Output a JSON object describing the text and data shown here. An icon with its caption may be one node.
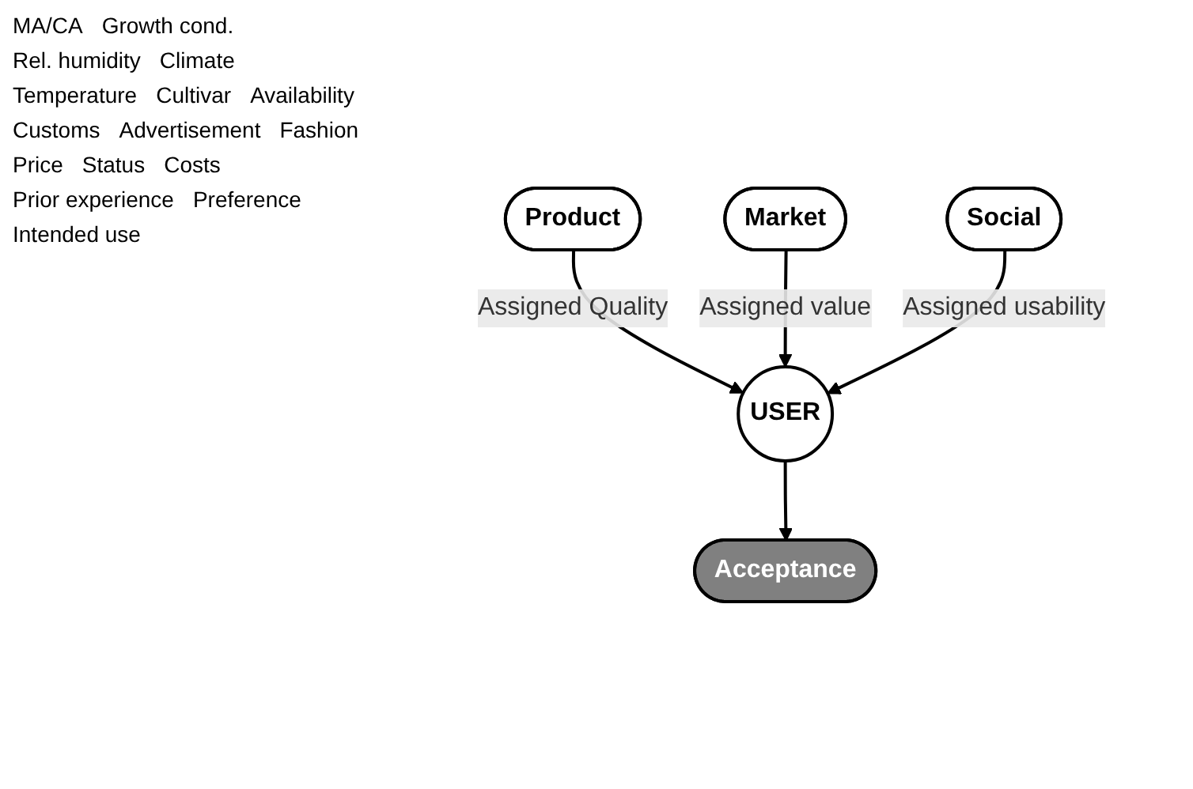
{
  "diagram": {
    "nodes": [
      {
        "text": [
          "Product"
        ]
      },
      {
        "text": [
          "USER"
        ]
      },
      {
        "text": [
          "Acceptance"
        ]
      },
      {
        "text": [
          "Market"
        ]
      },
      {
        "text": [
          "Social"
        ]
      }
    ],
    "edges": [
      {
        "from": 0,
        "to": 1,
        "arrow": "to",
        "label": "Assigned Quality"
      },
      {
        "from": 3,
        "to": 1,
        "arrow": "to",
        "label": "Assigned value"
      },
      {
        "from": 4,
        "to": 1,
        "arrow": "to",
        "label": "Assigned usability"
      },
      {
        "from": 1,
        "to": 2,
        "arrow": "to"
      }
    ],
    "labels": [
      "MA/CA",
      "Growth cond.",
      "Rel. humidity",
      "Climate",
      "Temperature",
      "Cultivar",
      "Availability",
      "Customs",
      "Advertisement",
      "Fashion",
      "Price",
      "Status",
      "Costs",
      "Prior experience",
      "Preference",
      "Intended use"
    ]
  }
}
